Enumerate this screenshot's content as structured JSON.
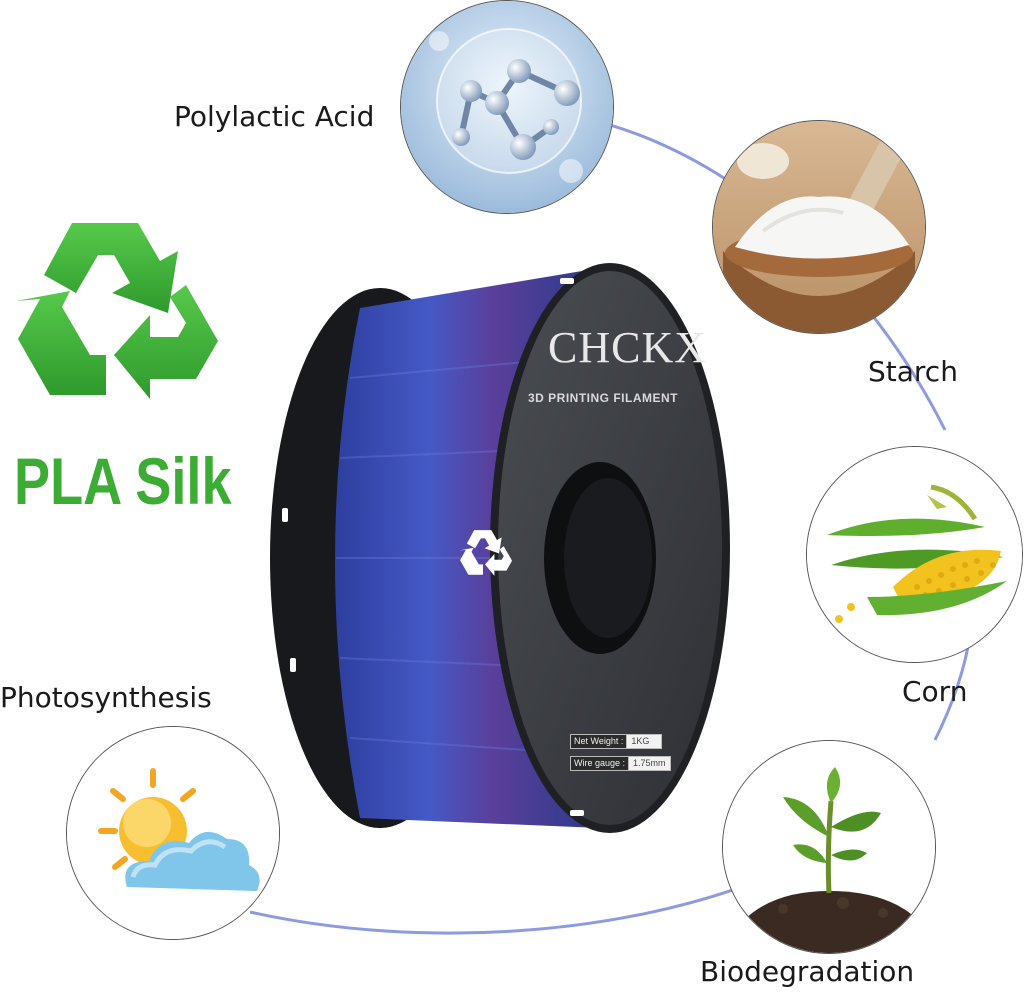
{
  "labels": {
    "polylactic_acid": "Polylactic Acid",
    "starch": "Starch",
    "corn": "Corn",
    "photosynthesis": "Photosynthesis",
    "biodegradation": "Biodegradation"
  },
  "product": {
    "material": "PLA Silk",
    "brand": "CHCKX",
    "subtitle": "3D PRINTING FILAMENT",
    "net_weight_label": "Net Weight :",
    "net_weight_value": "1KG",
    "wire_gauge_label": "Wire gauge :",
    "wire_gauge_value": "1.75mm"
  },
  "icons": {
    "recycle": "recycle-icon",
    "molecule": "molecule-icon",
    "starch": "starch-bowl-icon",
    "corn": "corn-icon",
    "sun_cloud": "sun-cloud-icon",
    "sprout": "sprout-icon"
  },
  "colors": {
    "recycle_green": "#3dac35",
    "ring_line": "#8c9be0",
    "spool_body": "#3a3d42",
    "filament": "#3b4fb8"
  }
}
